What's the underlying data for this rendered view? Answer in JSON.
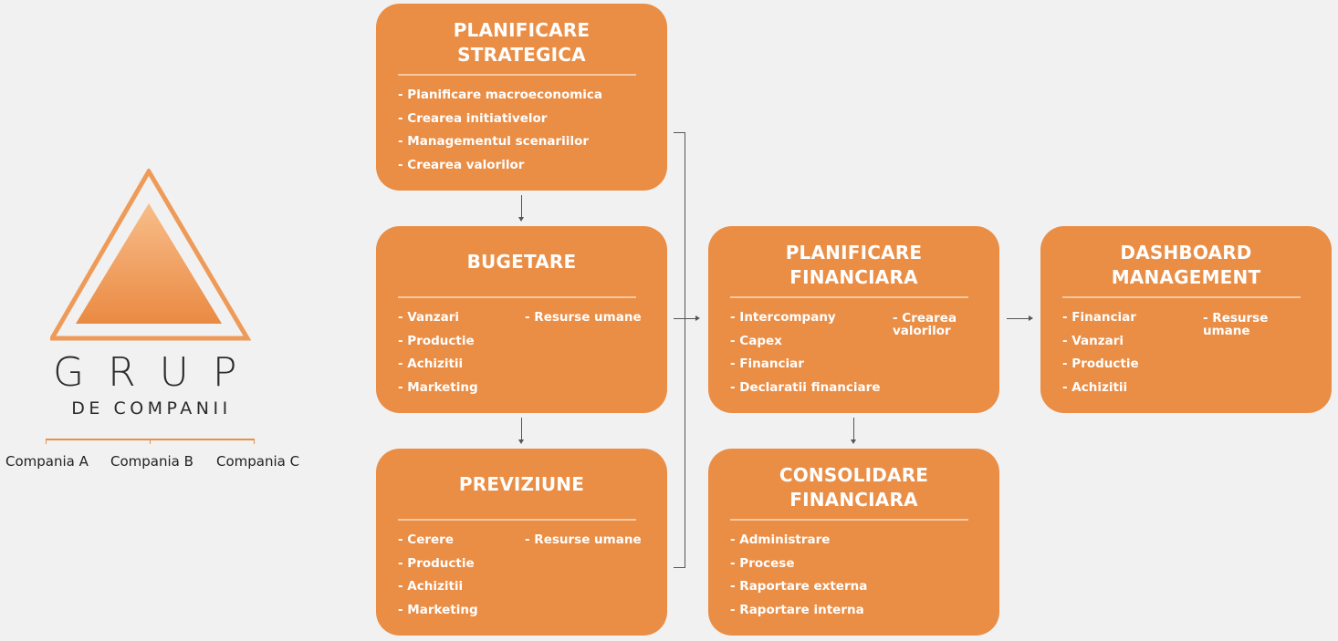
{
  "logo": {
    "title": "GRUP",
    "subtitle": "DE COMPANII",
    "companies": [
      "Compania A",
      "Compania B",
      "Compania C"
    ],
    "colors": {
      "outer": "#ee9b59",
      "inner_top": "#f8bd8a",
      "inner_bottom": "#ea8a42",
      "rule": "#e8914a"
    }
  },
  "boxes": {
    "planificare_strategica": {
      "title": "PLANIFICARE\nSTRATEGICA",
      "items": [
        "- Planificare macroeconomica",
        "- Crearea initiativelor",
        "- Managementul scenariilor",
        "- Crearea valorilor"
      ]
    },
    "bugetare": {
      "title": "BUGETARE",
      "items": [
        "- Vanzari",
        "- Productie",
        "- Achizitii",
        "- Marketing"
      ],
      "items_right": [
        "- Resurse umane"
      ]
    },
    "previziune": {
      "title": "PREVIZIUNE",
      "items": [
        "- Cerere",
        "- Productie",
        "- Achizitii",
        "- Marketing"
      ],
      "items_right": [
        "- Resurse umane"
      ]
    },
    "planificare_financiara": {
      "title": "PLANIFICARE\nFINANCIARA",
      "items": [
        "- Intercompany",
        "- Capex",
        "- Financiar",
        "- Declaratii financiare"
      ],
      "items_right": [
        "- Crearea\nvalorilor"
      ]
    },
    "consolidare_financiara": {
      "title": "CONSOLIDARE\nFINANCIARA",
      "items": [
        "- Administrare",
        "- Procese",
        "- Raportare externa",
        "- Raportare interna"
      ]
    },
    "dashboard_management": {
      "title": "DASHBOARD\nMANAGEMENT",
      "items": [
        "- Financiar",
        "- Vanzari",
        "- Productie",
        "- Achizitii"
      ],
      "items_right": [
        "- Resurse\numane"
      ]
    }
  },
  "colors": {
    "box": "#ea8d45",
    "box_text": "#ffffff",
    "background": "#f1f1f1",
    "connector": "#555555"
  }
}
